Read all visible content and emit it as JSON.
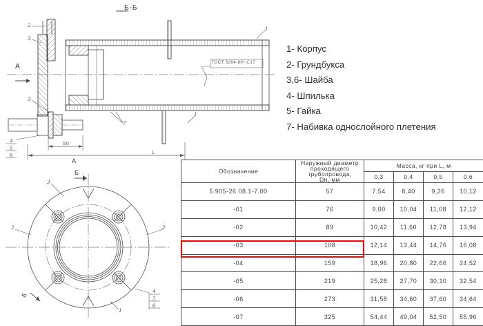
{
  "drawing": {
    "section_label_top": "Б-Б",
    "view_label_a_top": "A",
    "view_label_a_bottom": "A",
    "section_label_b_top": "Б",
    "section_label_b_bottom": "Б",
    "weld_note": "ГОСТ 5264-80*-С17",
    "dim_50": "50",
    "dim_L": "L",
    "leaders_top": [
      "2",
      "3",
      "1",
      "3",
      "7",
      "1",
      "4",
      "5",
      "6"
    ],
    "leaders_flange": [
      "3",
      "2",
      "2",
      "1",
      "4",
      "5",
      "6"
    ]
  },
  "legend": {
    "items": [
      "1- Корпус",
      "2- Грундбукса",
      "3,6- Шайба",
      "4- Шпилька",
      "5- Гайка",
      "7- Набивка однослойного плетения"
    ]
  },
  "table": {
    "headers": {
      "designation": "Обозначение",
      "diameter": "Наружный диаметр проходящего трубопровода, Dн, мм",
      "diameter_lines": [
        "Наружный диаметр",
        "проходящего",
        "трубопровода,",
        "Dн, мм"
      ],
      "mass": "Масса, кг при L, м",
      "sub": [
        "0,3",
        "0,4",
        "0,5",
        "0,6"
      ]
    },
    "rows": [
      {
        "designation": "5.905-26.08.1-7.00",
        "diameter": "57",
        "mass": [
          "7,54",
          "8,40",
          "9,26",
          "10,12"
        ]
      },
      {
        "designation": "-01",
        "diameter": "76",
        "mass": [
          "9,00",
          "10,04",
          "11,08",
          "12,12"
        ]
      },
      {
        "designation": "-02",
        "diameter": "89",
        "mass": [
          "10,42",
          "11,60",
          "12,78",
          "13,94"
        ]
      },
      {
        "designation": "-03",
        "diameter": "108",
        "mass": [
          "12,14",
          "13,44",
          "14,76",
          "16,08"
        ]
      },
      {
        "designation": "-04",
        "diameter": "159",
        "mass": [
          "18,96",
          "20,80",
          "22,66",
          "24,52"
        ]
      },
      {
        "designation": "-05",
        "diameter": "219",
        "mass": [
          "25,28",
          "27,70",
          "30,10",
          "32,54"
        ]
      },
      {
        "designation": "-06",
        "diameter": "273",
        "mass": [
          "31,58",
          "34,60",
          "37,60",
          "34,64"
        ]
      },
      {
        "designation": "-07",
        "diameter": "325",
        "mass": [
          "54,44",
          "49,04",
          "52,50",
          "55,96"
        ]
      }
    ],
    "highlighted_row_index": 3
  },
  "colors": {
    "highlight": "#ff0000",
    "line": "#4d4d4d",
    "text": "#2e2e2e",
    "background": "#ffffff"
  }
}
